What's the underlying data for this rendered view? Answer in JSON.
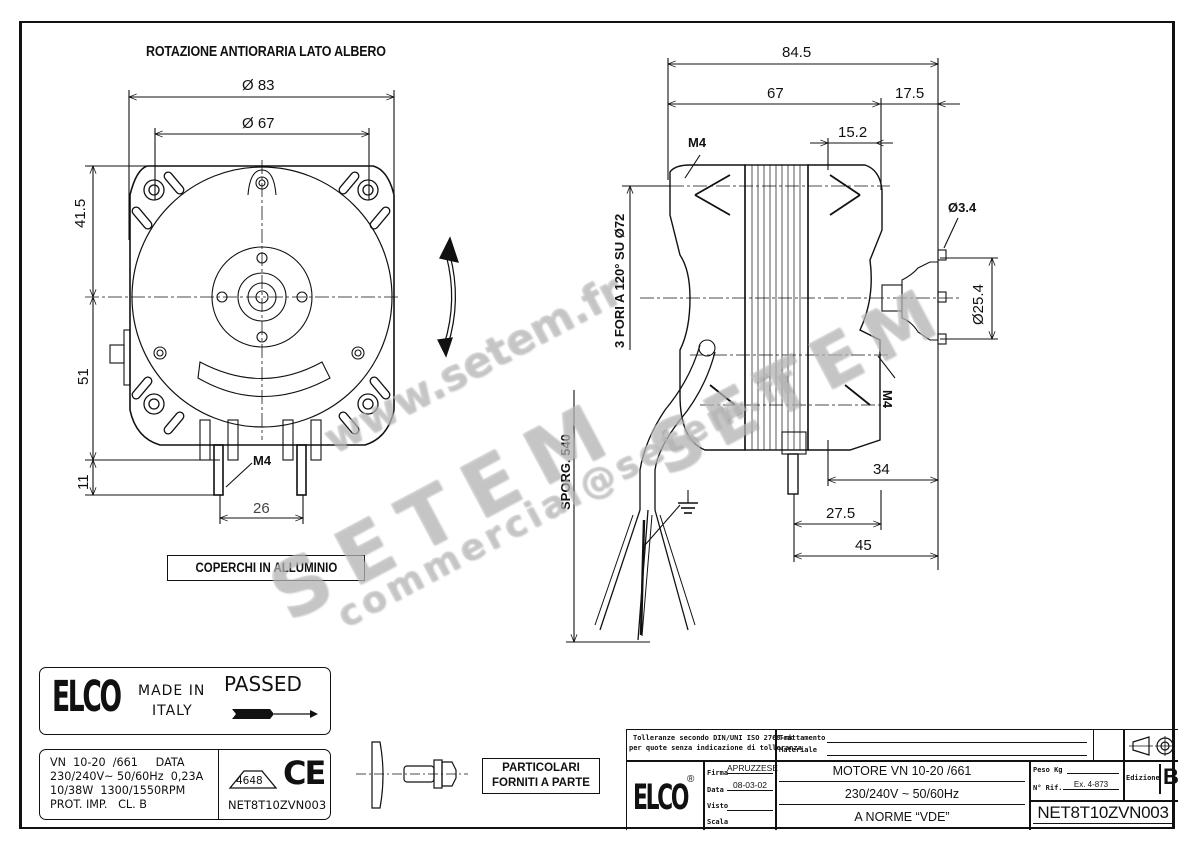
{
  "drawing": {
    "front_view": {
      "title": "ROTAZIONE ANTIORARIA LATO ALBERO",
      "dim_outer_diameter": "Ø 83",
      "dim_bolt_circle": "Ø 67",
      "dim_upper_height": "41.5",
      "dim_lower_height": "51",
      "dim_stud_length": "11",
      "dim_stud_spacing": "26",
      "stud_thread_label": "M4",
      "cover_note": "COPERCHI IN ALLUMINIO"
    },
    "side_view": {
      "dim_total_length": "84.5",
      "dim_body_length": "67",
      "dim_shaft_projection": "17.5",
      "dim_flange_offset": "15.2",
      "thread_label_top": "M4",
      "thread_label_bottom": "M4",
      "hole_pattern_note": "3 FORI A 120° SU Ø72",
      "dim_hub_hole": "Ø3.4",
      "dim_hub_pcd": "Ø25.4",
      "dim_34": "34",
      "dim_27_5": "27.5",
      "dim_45": "45",
      "cable_note": "SPORG. 540"
    },
    "loose_parts_note": [
      "PARTICOLARI",
      "FORNITI A PARTE"
    ]
  },
  "label_panel": {
    "brand": "ELCO",
    "made_in_1": "MADE IN",
    "made_in_2": "ITALY",
    "passed": "PASSED",
    "spec_lines": [
      "VN  10-20  /661     DATA",
      "230/240V~ 50/60Hz  0,23A",
      "10/38W  1300/1550RPM",
      "PROT. IMP.   CL. B"
    ],
    "approval_number": "4648",
    "ce_mark": "CE",
    "code": "NET8T10ZVN003"
  },
  "title_block": {
    "tolerance_line_1": "Tolleranze secondo DIN/UNI ISO 2768-mk",
    "tolerance_line_2": "per quote senza indicazione di tolleranza",
    "treatment_label": "Trattamento",
    "material_label": "Materiale",
    "brand": "ELCO",
    "registered": "®",
    "firma_label": "Firma",
    "firma_value": "APRUZZESE",
    "data_label": "Data",
    "data_value": "08-03-02",
    "visto_label": "Visto",
    "scala_label": "Scala",
    "title_line_1": "MOTORE VN 10-20 /661",
    "title_line_2": "230/240V ~ 50/60Hz",
    "title_line_3": "A NORME “VDE”",
    "peso_label": "Peso Kg",
    "rif_label": "N° Rif.",
    "rif_value": "Ex. 4-873",
    "edition_label": "Edizione",
    "edition_value": "B",
    "drawing_number": "NET8T10ZVN003"
  },
  "watermark": {
    "line_1": "www.setem.fr",
    "line_2": "SETEM",
    "line_3": "commercial@setem.fr",
    "line_4": "SETEM"
  }
}
